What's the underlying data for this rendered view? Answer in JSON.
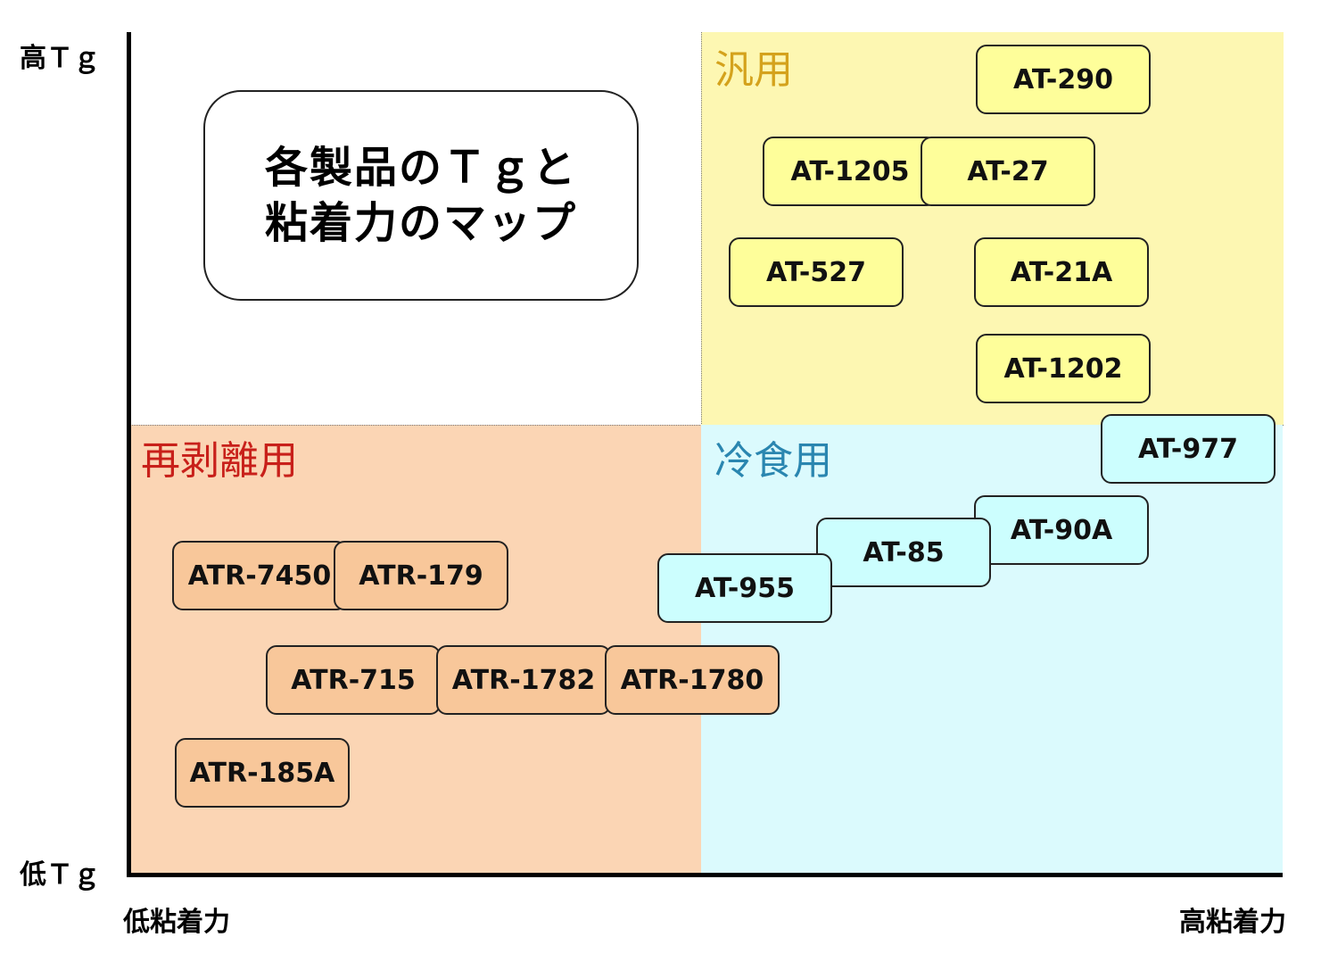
{
  "axes": {
    "y_high": "高Ｔｇ",
    "y_low": "低Ｔｇ",
    "x_low": "低粘着力",
    "x_high": "高粘着力"
  },
  "quadrants": {
    "general": "汎用",
    "removable": "再剥離用",
    "frozen": "冷食用"
  },
  "title": {
    "line1": "各製品のＴｇと",
    "line2": "粘着力のマップ"
  },
  "products": {
    "at_290": "AT-290",
    "at_1205": "AT-1205",
    "at_27": "AT-27",
    "at_527": "AT-527",
    "at_21a": "AT-21A",
    "at_1202": "AT-1202",
    "at_977": "AT-977",
    "at_90a": "AT-90A",
    "at_85": "AT-85",
    "at_955": "AT-955",
    "atr_7450": "ATR-7450",
    "atr_179": "ATR-179",
    "atr_715": "ATR-715",
    "atr_1782": "ATR-1782",
    "atr_1780": "ATR-1780",
    "atr_185a": "ATR-185A"
  },
  "colors": {
    "general_bg": "#fdf7b2",
    "removable_bg": "#fbd5b4",
    "frozen_bg": "#dbfafd",
    "general_label": "#d4a21c",
    "removable_label": "#c8201a",
    "frozen_label": "#2a86b0"
  }
}
